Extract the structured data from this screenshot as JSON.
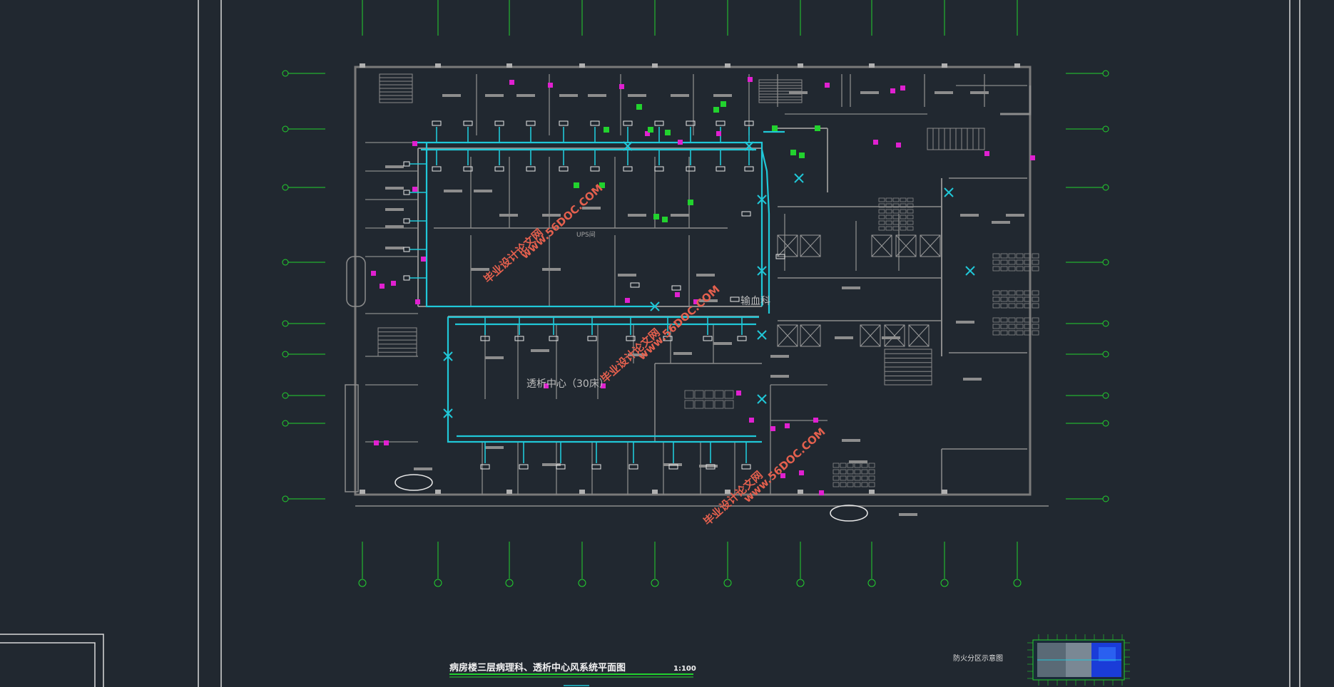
{
  "drawing": {
    "title": "病房楼三层病理科、透析中心风系统平面图",
    "scale": "1:100",
    "legend_title": "防火分区示意图"
  },
  "rooms": {
    "dialysis_center": "透析中心（30床）",
    "blood_transfusion": "输血科",
    "ups": "UPS间"
  },
  "watermarks": [
    "毕业设计论文网",
    "www.56DOC.COM"
  ],
  "colors": {
    "background": "#212830",
    "walls": "#8c8c8c",
    "duct": "#20c8d8",
    "grid": "#22d22e",
    "fixture": "#e020d0",
    "watermark": "#e4604e"
  }
}
